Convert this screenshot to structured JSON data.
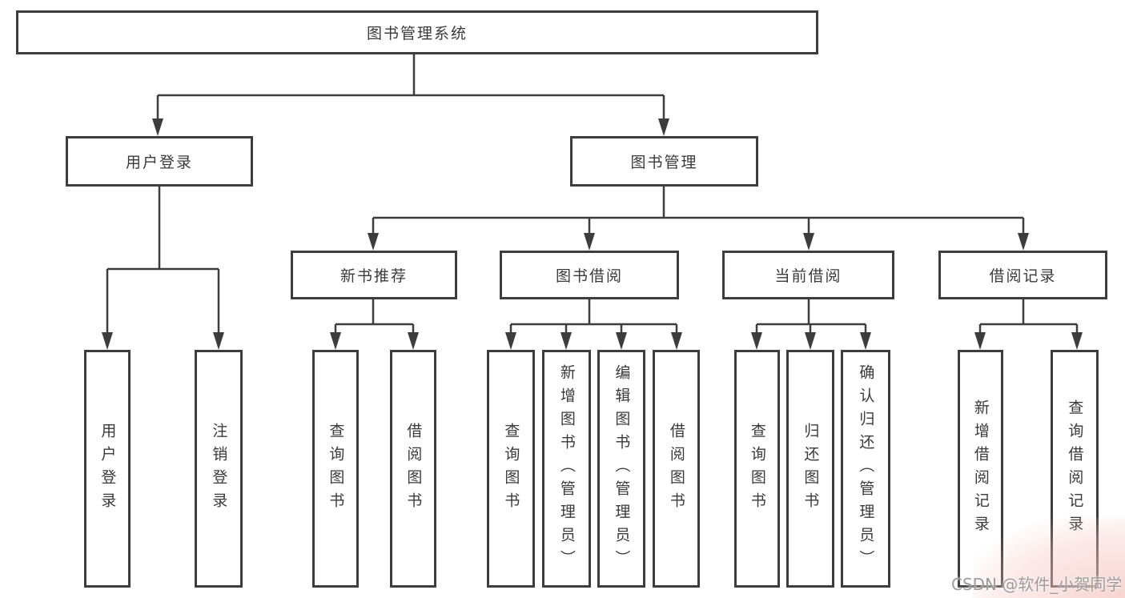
{
  "tree": {
    "label": "图书管理系统",
    "children": [
      {
        "label": "用户登录",
        "children": [
          {
            "label": "用户登录"
          },
          {
            "label": "注销登录"
          }
        ]
      },
      {
        "label": "图书管理",
        "children": [
          {
            "label": "新书推荐",
            "children": [
              {
                "label": "查询图书"
              },
              {
                "label": "借阅图书"
              }
            ]
          },
          {
            "label": "图书借阅",
            "children": [
              {
                "label": "查询图书"
              },
              {
                "label": "新增图书（管理员）"
              },
              {
                "label": "编辑图书（管理员）"
              },
              {
                "label": "借阅图书"
              }
            ]
          },
          {
            "label": "当前借阅",
            "children": [
              {
                "label": "查询图书"
              },
              {
                "label": "归还图书"
              },
              {
                "label": "确认归还（管理员）"
              }
            ]
          },
          {
            "label": "借阅记录",
            "children": [
              {
                "label": "新增借阅记录"
              },
              {
                "label": "查询借阅记录"
              }
            ]
          }
        ]
      }
    ]
  },
  "watermark": {
    "text": "CSDN @软件_小贺同学"
  },
  "colors": {
    "line": "#3d3d3d",
    "box_border": "#3d3d3d",
    "text": "#3a3a3a",
    "watermark": "#9c9c9c",
    "corner_tint": "#f4c6c0",
    "background": "#ffffff"
  }
}
